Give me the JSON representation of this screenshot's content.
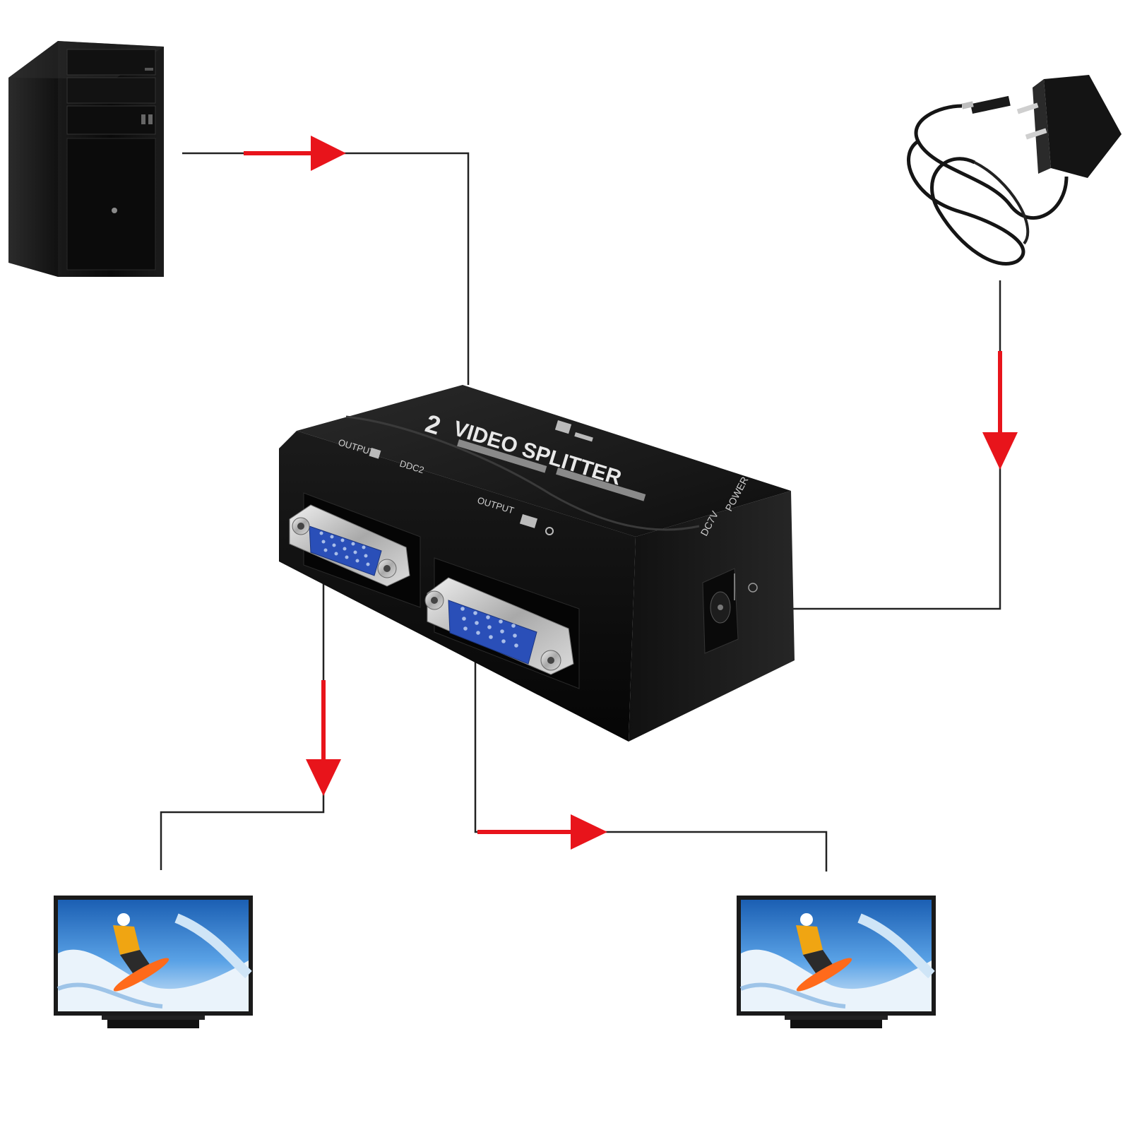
{
  "splitter": {
    "brand_number": "2",
    "title": "VIDEO SPLITTER",
    "port_label_output_1": "OUTPUT",
    "port_label_output_2": "OUTPUT",
    "port_label_ddc": "DDC2",
    "power_label": "POWER",
    "dc_label": "DC7V"
  },
  "colors": {
    "connector": "#222222",
    "arrow": "#e8141b",
    "device_body": "#141414",
    "vga_blue": "#2a4fb8",
    "screen_sky": "#2f7fd6"
  },
  "icons": {
    "pc": "pc-tower-icon",
    "adapter": "power-adapter-icon",
    "splitter": "vga-splitter-icon",
    "monitor": "monitor-icon"
  }
}
